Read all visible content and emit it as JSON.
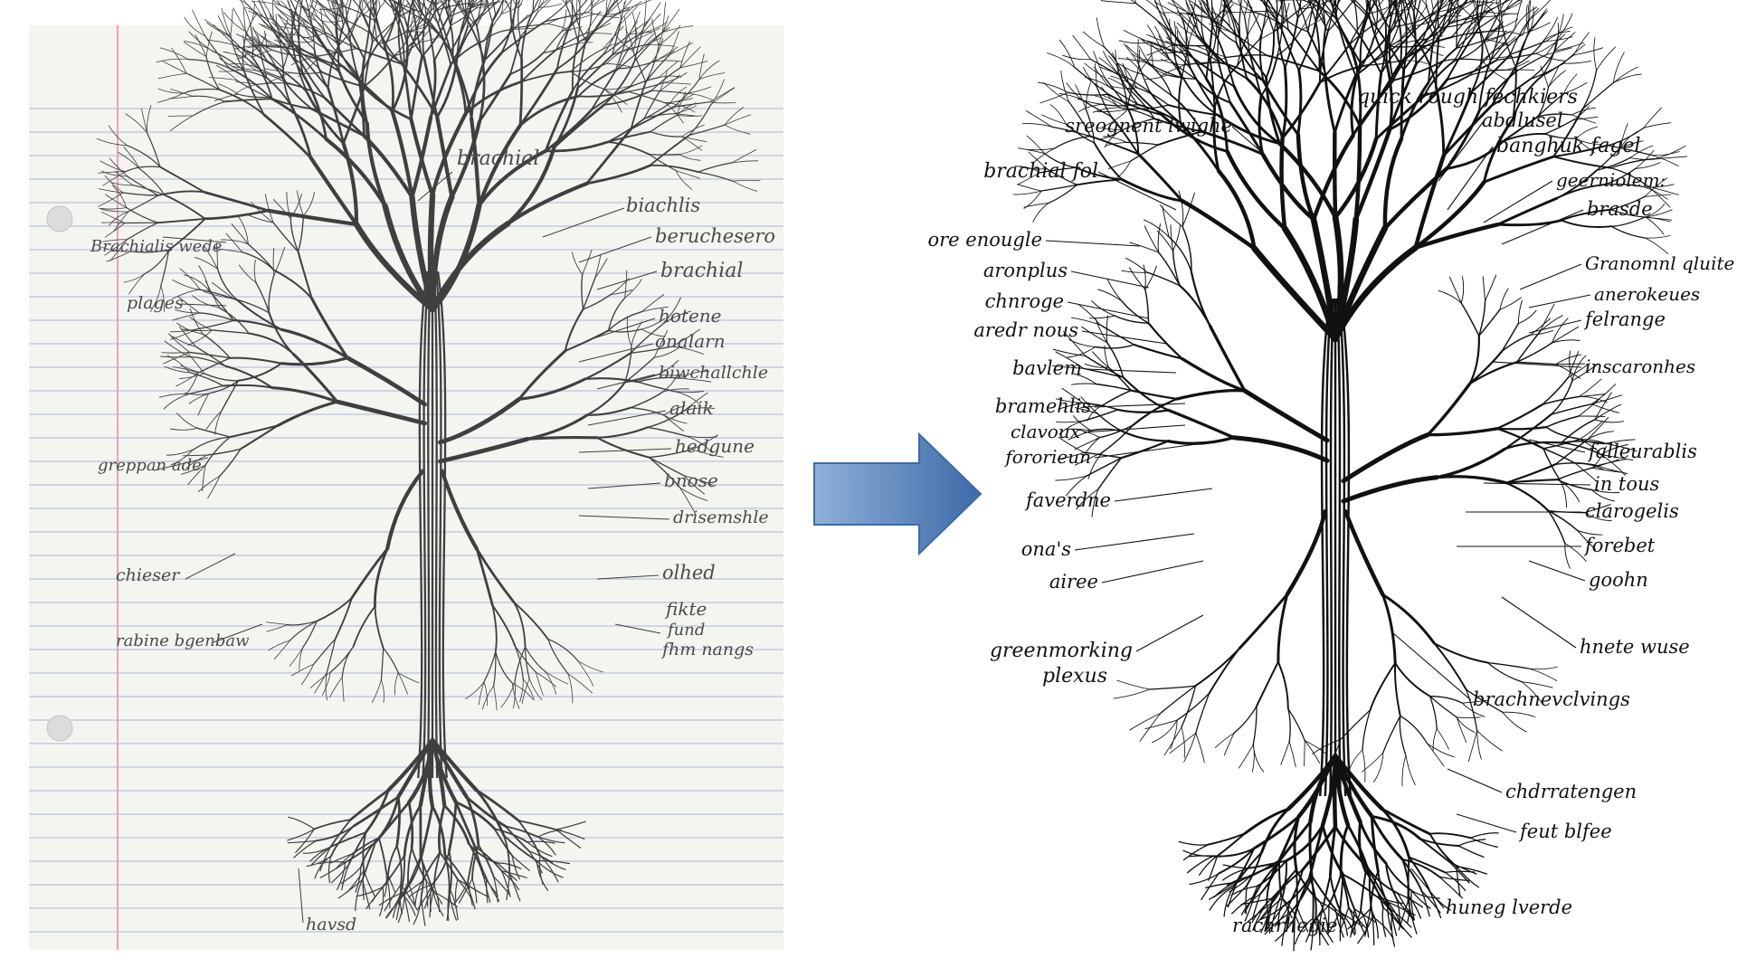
{
  "colors": {
    "paper": "#f4f4f1",
    "rule_line": "#b9c3d6",
    "margin_line": "#e6a4b6",
    "pencil": "#3f3f3f",
    "ink": "#111111",
    "arrow_light": "#8fb0d8",
    "arrow_dark": "#3e6aa8"
  },
  "icons": {
    "arrow": "right-arrow-icon",
    "punch_hole": "binder-hole-icon"
  },
  "sketch": {
    "labels_left": [
      "Brachialis wede",
      "plages",
      "greppan ade",
      "chieser",
      "rabine bgenbaw"
    ],
    "labels_top": [
      "brachial",
      "biachlis"
    ],
    "labels_right": [
      "beruchesero",
      "brachial",
      "hotene",
      "onalarn",
      "biwchallchle",
      "alaik",
      "hedgune",
      "bnose",
      "drisemshle",
      "olhed",
      "fikte",
      "fund",
      "fhm nangs"
    ],
    "label_bottom": "havsd"
  },
  "diagram": {
    "labels_left": [
      "sreognent lwighe",
      "brachial fol",
      "ore enougle",
      "aronplus",
      "chnroge",
      "aredr nous",
      "bavlem",
      "bramehlis",
      "clavoux",
      "fororieun",
      "faverdne",
      "ona's",
      "airee",
      "greenmorking",
      "plexus"
    ],
    "labels_top_right": [
      "quick rough fechkiers",
      "abdlusel"
    ],
    "labels_right": [
      "banghuk fagel",
      "geerniolem:",
      "brasde",
      "Granomnl qluite",
      "anerokeues",
      "felrange",
      "inscaronhes",
      "falleurablis",
      "in tous",
      "clarogelis",
      "forebet",
      "goohn",
      "hnete wuse",
      "brachnevclvings",
      "chdrratengen",
      "feut blfee",
      "huneg lverde"
    ],
    "label_bottom": "rachrhegie"
  }
}
